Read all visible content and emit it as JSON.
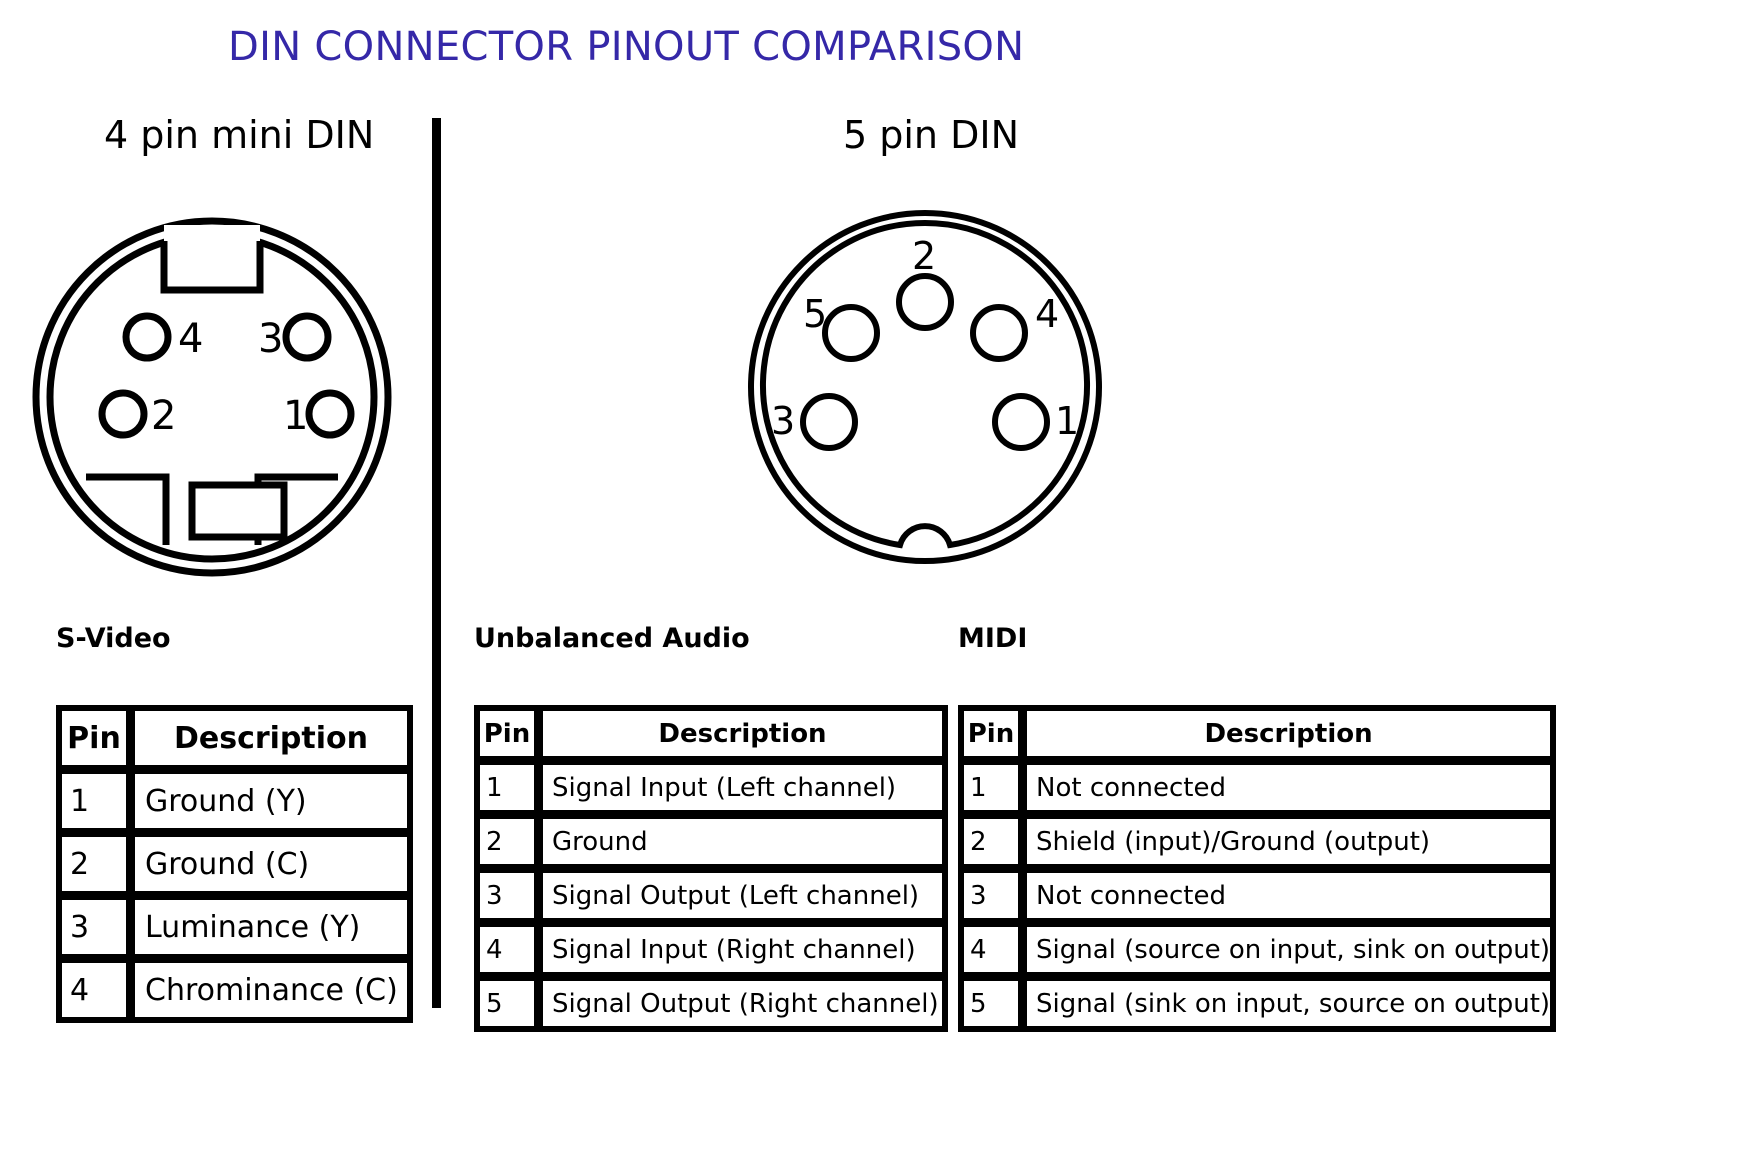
{
  "title": "DIN CONNECTOR PINOUT COMPARISON",
  "title_color": "#3528a8",
  "headings": {
    "left": "4 pin mini DIN",
    "right": "5 pin DIN"
  },
  "connectors": {
    "mini_din_4": {
      "name": "4-pin-mini-din-connector",
      "pins": [
        {
          "number": "4",
          "label_side": "right"
        },
        {
          "number": "3",
          "label_side": "left"
        },
        {
          "number": "2",
          "label_side": "right"
        },
        {
          "number": "1",
          "label_side": "left"
        }
      ]
    },
    "din_5": {
      "name": "5-pin-din-connector",
      "pins": [
        {
          "number": "2",
          "label_side": "above"
        },
        {
          "number": "5",
          "label_side": "left"
        },
        {
          "number": "4",
          "label_side": "right"
        },
        {
          "number": "3",
          "label_side": "left"
        },
        {
          "number": "1",
          "label_side": "right"
        }
      ]
    }
  },
  "sections": {
    "svideo": {
      "label": "S-Video",
      "table": {
        "headers": [
          "Pin",
          "Description"
        ],
        "rows": [
          [
            "1",
            "Ground (Y)"
          ],
          [
            "2",
            "Ground (C)"
          ],
          [
            "3",
            "Luminance (Y)"
          ],
          [
            "4",
            "Chrominance (C)"
          ]
        ]
      }
    },
    "unbalanced_audio": {
      "label": "Unbalanced Audio",
      "table": {
        "headers": [
          "Pin",
          "Description"
        ],
        "rows": [
          [
            "1",
            "Signal Input (Left channel)"
          ],
          [
            "2",
            "Ground"
          ],
          [
            "3",
            "Signal Output (Left channel)"
          ],
          [
            "4",
            "Signal Input (Right channel)"
          ],
          [
            "5",
            "Signal Output (Right channel)"
          ]
        ]
      }
    },
    "midi": {
      "label": "MIDI",
      "table": {
        "headers": [
          "Pin",
          "Description"
        ],
        "rows": [
          [
            "1",
            "Not connected"
          ],
          [
            "2",
            "Shield (input)/Ground (output)"
          ],
          [
            "3",
            "Not connected"
          ],
          [
            "4",
            "Signal (source on input, sink on output)"
          ],
          [
            "5",
            "Signal (sink on input, source on output)"
          ]
        ]
      }
    }
  }
}
